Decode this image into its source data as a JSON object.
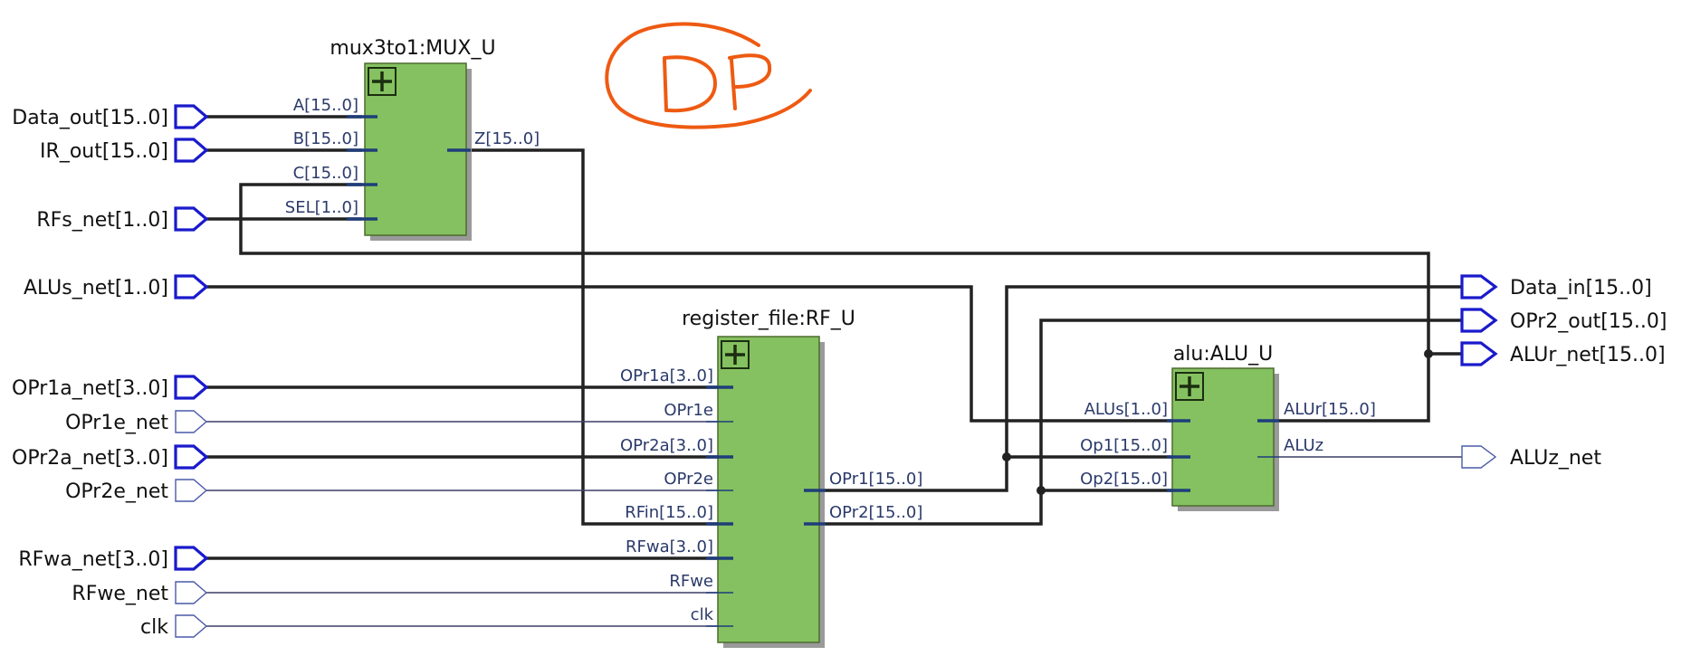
{
  "annotation": "DP",
  "blocks": [
    {
      "id": "mux",
      "title": "mux3to1:MUX_U",
      "pins": [
        "A[15..0]",
        "B[15..0]",
        "C[15..0]",
        "SEL[1..0]",
        "Z[15..0]"
      ]
    },
    {
      "id": "rf",
      "title": "register_file:RF_U",
      "pins": [
        "OPr1a[3..0]",
        "OPr1e",
        "OPr2a[3..0]",
        "OPr2e",
        "RFin[15..0]",
        "RFwa[3..0]",
        "RFwe",
        "clk",
        "OPr1[15..0]",
        "OPr2[15..0]"
      ]
    },
    {
      "id": "alu",
      "title": "alu:ALU_U",
      "pins": [
        "ALUs[1..0]",
        "Op1[15..0]",
        "Op2[15..0]",
        "ALUr[15..0]",
        "ALUz"
      ]
    }
  ],
  "inputs": [
    "Data_out[15..0]",
    "IR_out[15..0]",
    "RFs_net[1..0]",
    "ALUs_net[1..0]",
    "OPr1a_net[3..0]",
    "OPr1e_net",
    "OPr2a_net[3..0]",
    "OPr2e_net",
    "RFwa_net[3..0]",
    "RFwe_net",
    "clk"
  ],
  "outputs": [
    "Data_in[15..0]",
    "OPr2_out[15..0]",
    "ALUr_net[15..0]",
    "ALUz_net"
  ]
}
